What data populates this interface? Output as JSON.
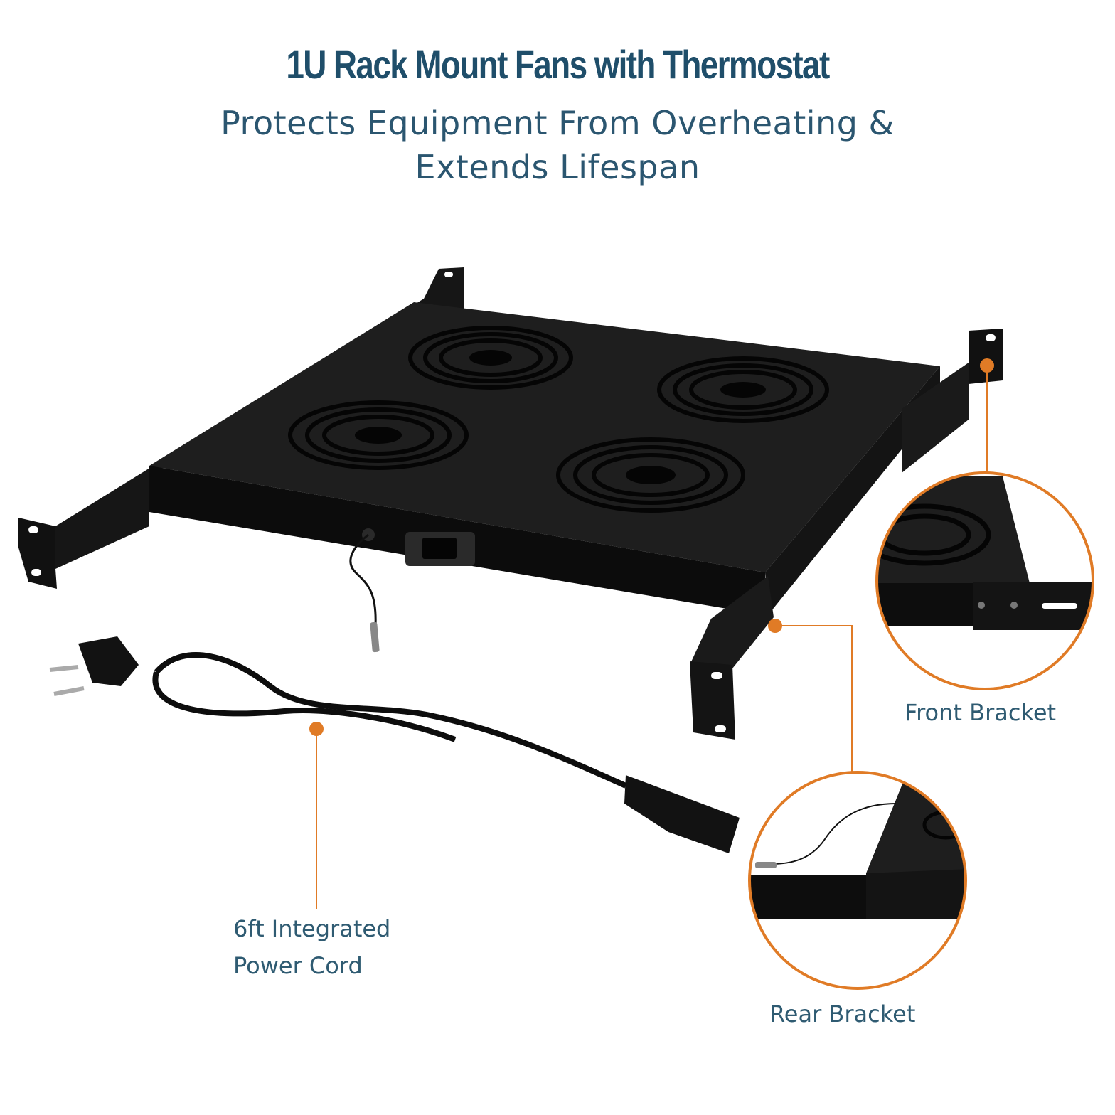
{
  "header": {
    "title": "1U Rack Mount Fans with Thermostat",
    "subtitle_line1": "Protects Equipment From Overheating &",
    "subtitle_line2": "Extends Lifespan"
  },
  "callouts": {
    "front_bracket": "Front Bracket",
    "rear_bracket": "Rear Bracket",
    "power_cord_line1": "6ft Integrated",
    "power_cord_line2": "Power Cord"
  },
  "colors": {
    "title": "#1f4e6a",
    "text": "#2f5b72",
    "accent": "#e07b26",
    "product": "#1a1a1a"
  }
}
